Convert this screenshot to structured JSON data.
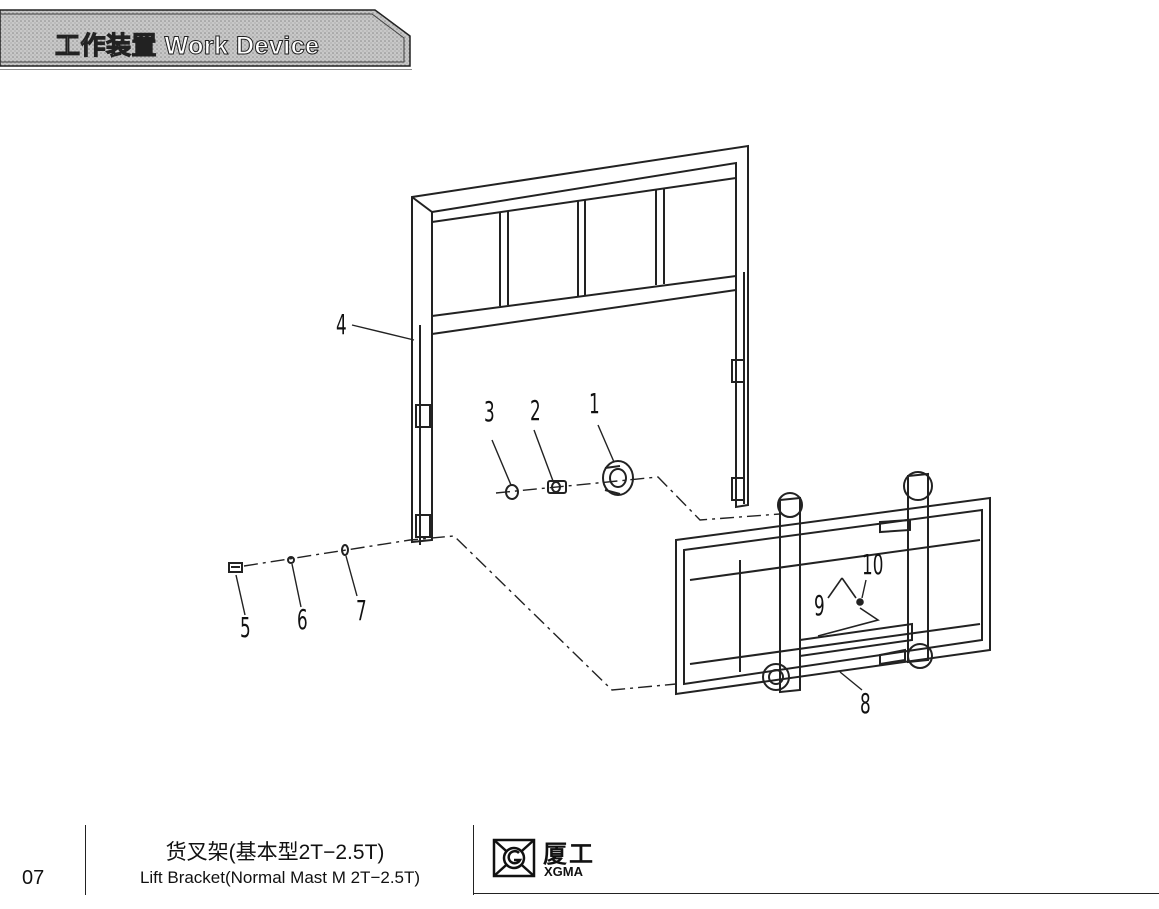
{
  "header": {
    "title": "工作装置 Work Device"
  },
  "callouts": [
    "1",
    "2",
    "3",
    "4",
    "5",
    "6",
    "7",
    "8",
    "9",
    "10"
  ],
  "footer": {
    "page_number": "07",
    "title_zh": "货叉架(基本型2T−2.5T)",
    "title_en": "Lift Bracket(Normal Mast M 2T−2.5T)",
    "brand_zh": "厦工",
    "brand_en": "XGMA"
  }
}
